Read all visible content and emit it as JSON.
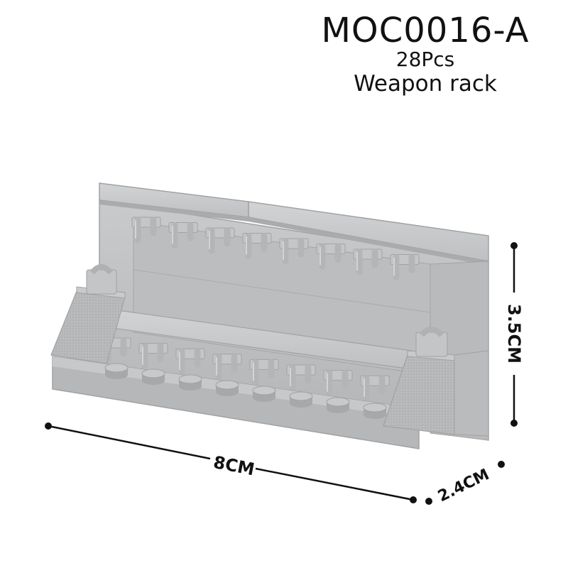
{
  "product": {
    "code": "MOC0016-A",
    "pieces": "28Pcs",
    "name": "Weapon rack"
  },
  "dimensions": {
    "length": "8CM",
    "depth": "2.4CM",
    "height": "3.5CM"
  },
  "colors": {
    "brick_light": "#c4c5c7",
    "brick_mid": "#aeafb1",
    "brick_dark": "#8d8e90",
    "text": "#111111"
  },
  "brick_counts": {
    "upper_clips": 8,
    "lower_clips": 8,
    "front_studs": 8
  }
}
